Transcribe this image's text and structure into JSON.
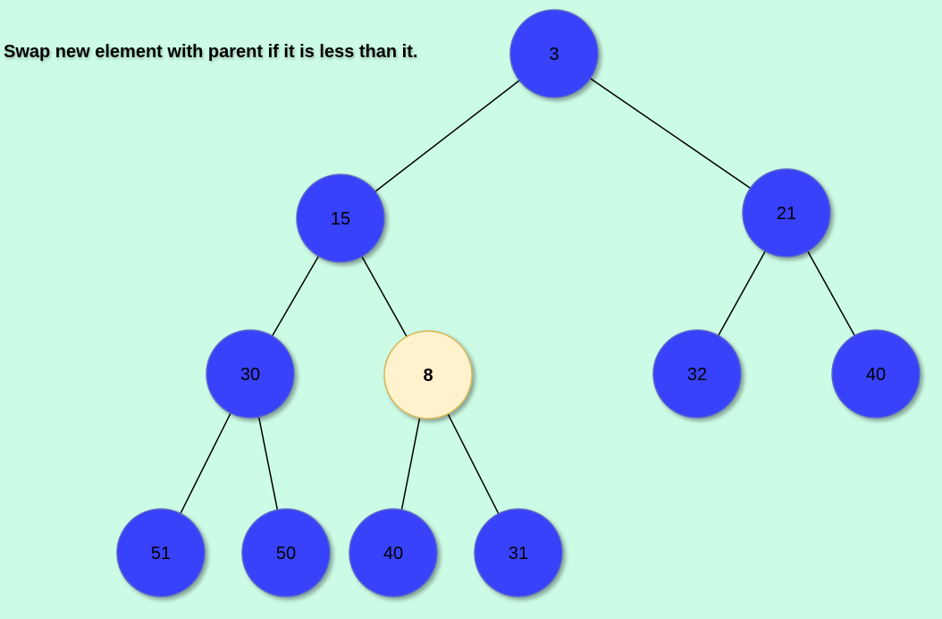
{
  "caption": "Swap new element with parent if it is less than it.",
  "colors": {
    "background": "#ccfce6",
    "node_fill": "#3742fa",
    "node_stroke": "#5a66c8",
    "highlight_fill": "#fff2cc",
    "highlight_stroke": "#d6b656",
    "edge": "#000000",
    "text": "#000000"
  },
  "tree": {
    "nodes": [
      {
        "id": "n3",
        "label": "3",
        "highlight": false
      },
      {
        "id": "n15",
        "label": "15",
        "highlight": false
      },
      {
        "id": "n21",
        "label": "21",
        "highlight": false
      },
      {
        "id": "n30",
        "label": "30",
        "highlight": false
      },
      {
        "id": "n8",
        "label": "8",
        "highlight": true
      },
      {
        "id": "n32",
        "label": "32",
        "highlight": false
      },
      {
        "id": "n40a",
        "label": "40",
        "highlight": false
      },
      {
        "id": "n51",
        "label": "51",
        "highlight": false
      },
      {
        "id": "n50",
        "label": "50",
        "highlight": false
      },
      {
        "id": "n40b",
        "label": "40",
        "highlight": false
      },
      {
        "id": "n31",
        "label": "31",
        "highlight": false
      }
    ],
    "edges": [
      [
        "n3",
        "n15"
      ],
      [
        "n3",
        "n21"
      ],
      [
        "n15",
        "n30"
      ],
      [
        "n15",
        "n8"
      ],
      [
        "n21",
        "n32"
      ],
      [
        "n21",
        "n40a"
      ],
      [
        "n30",
        "n51"
      ],
      [
        "n30",
        "n50"
      ],
      [
        "n8",
        "n40b"
      ],
      [
        "n8",
        "n31"
      ]
    ]
  }
}
